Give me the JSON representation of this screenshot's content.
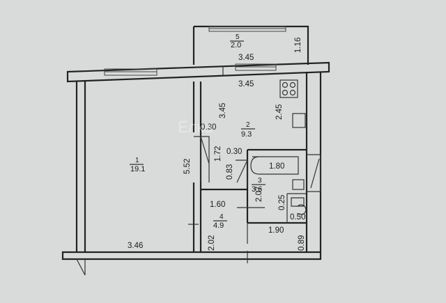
{
  "rooms": [
    {
      "number": "1",
      "area": "19.1"
    },
    {
      "number": "2",
      "area": "9.3"
    },
    {
      "number": "3",
      "area": "3.6"
    },
    {
      "number": "4",
      "area": "4.9"
    },
    {
      "number": "5",
      "area": "2.0"
    }
  ],
  "dimensions": {
    "balcony_width": "3.45",
    "balcony_depth": "1.16",
    "kitchen_top": "3.45",
    "kitchen_width": "3.45",
    "kitchen_side": "2.45",
    "wall_030_a": "0.30",
    "wall_030_b": "0.30",
    "room1_height": "5.52",
    "door_172": "1.72",
    "door_083": "0.83",
    "bath_width": "1.80",
    "bath_side": "2.07",
    "wc_025": "0.25",
    "wc_050": "0.50",
    "hall_width": "1.60",
    "hall_bottom": "1.90",
    "room1_bottom": "3.46",
    "hall_side": "2.02",
    "hall_right": "0.89"
  },
  "watermark": "Ёлка"
}
